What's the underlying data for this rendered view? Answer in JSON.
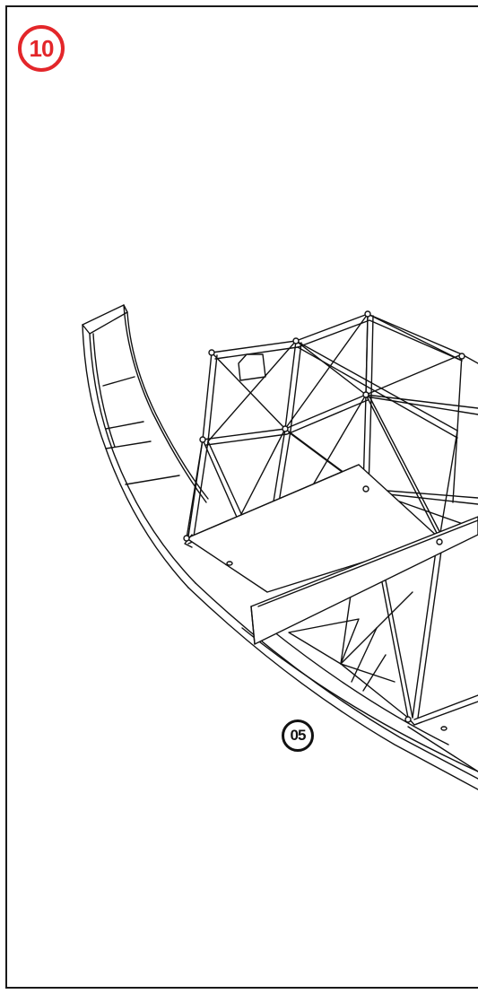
{
  "step": {
    "number": "10",
    "color": "#e3262a"
  },
  "part": {
    "number": "05"
  },
  "drawing": {
    "subject": "fuselage-truss-frame",
    "line_color": "#111111"
  }
}
